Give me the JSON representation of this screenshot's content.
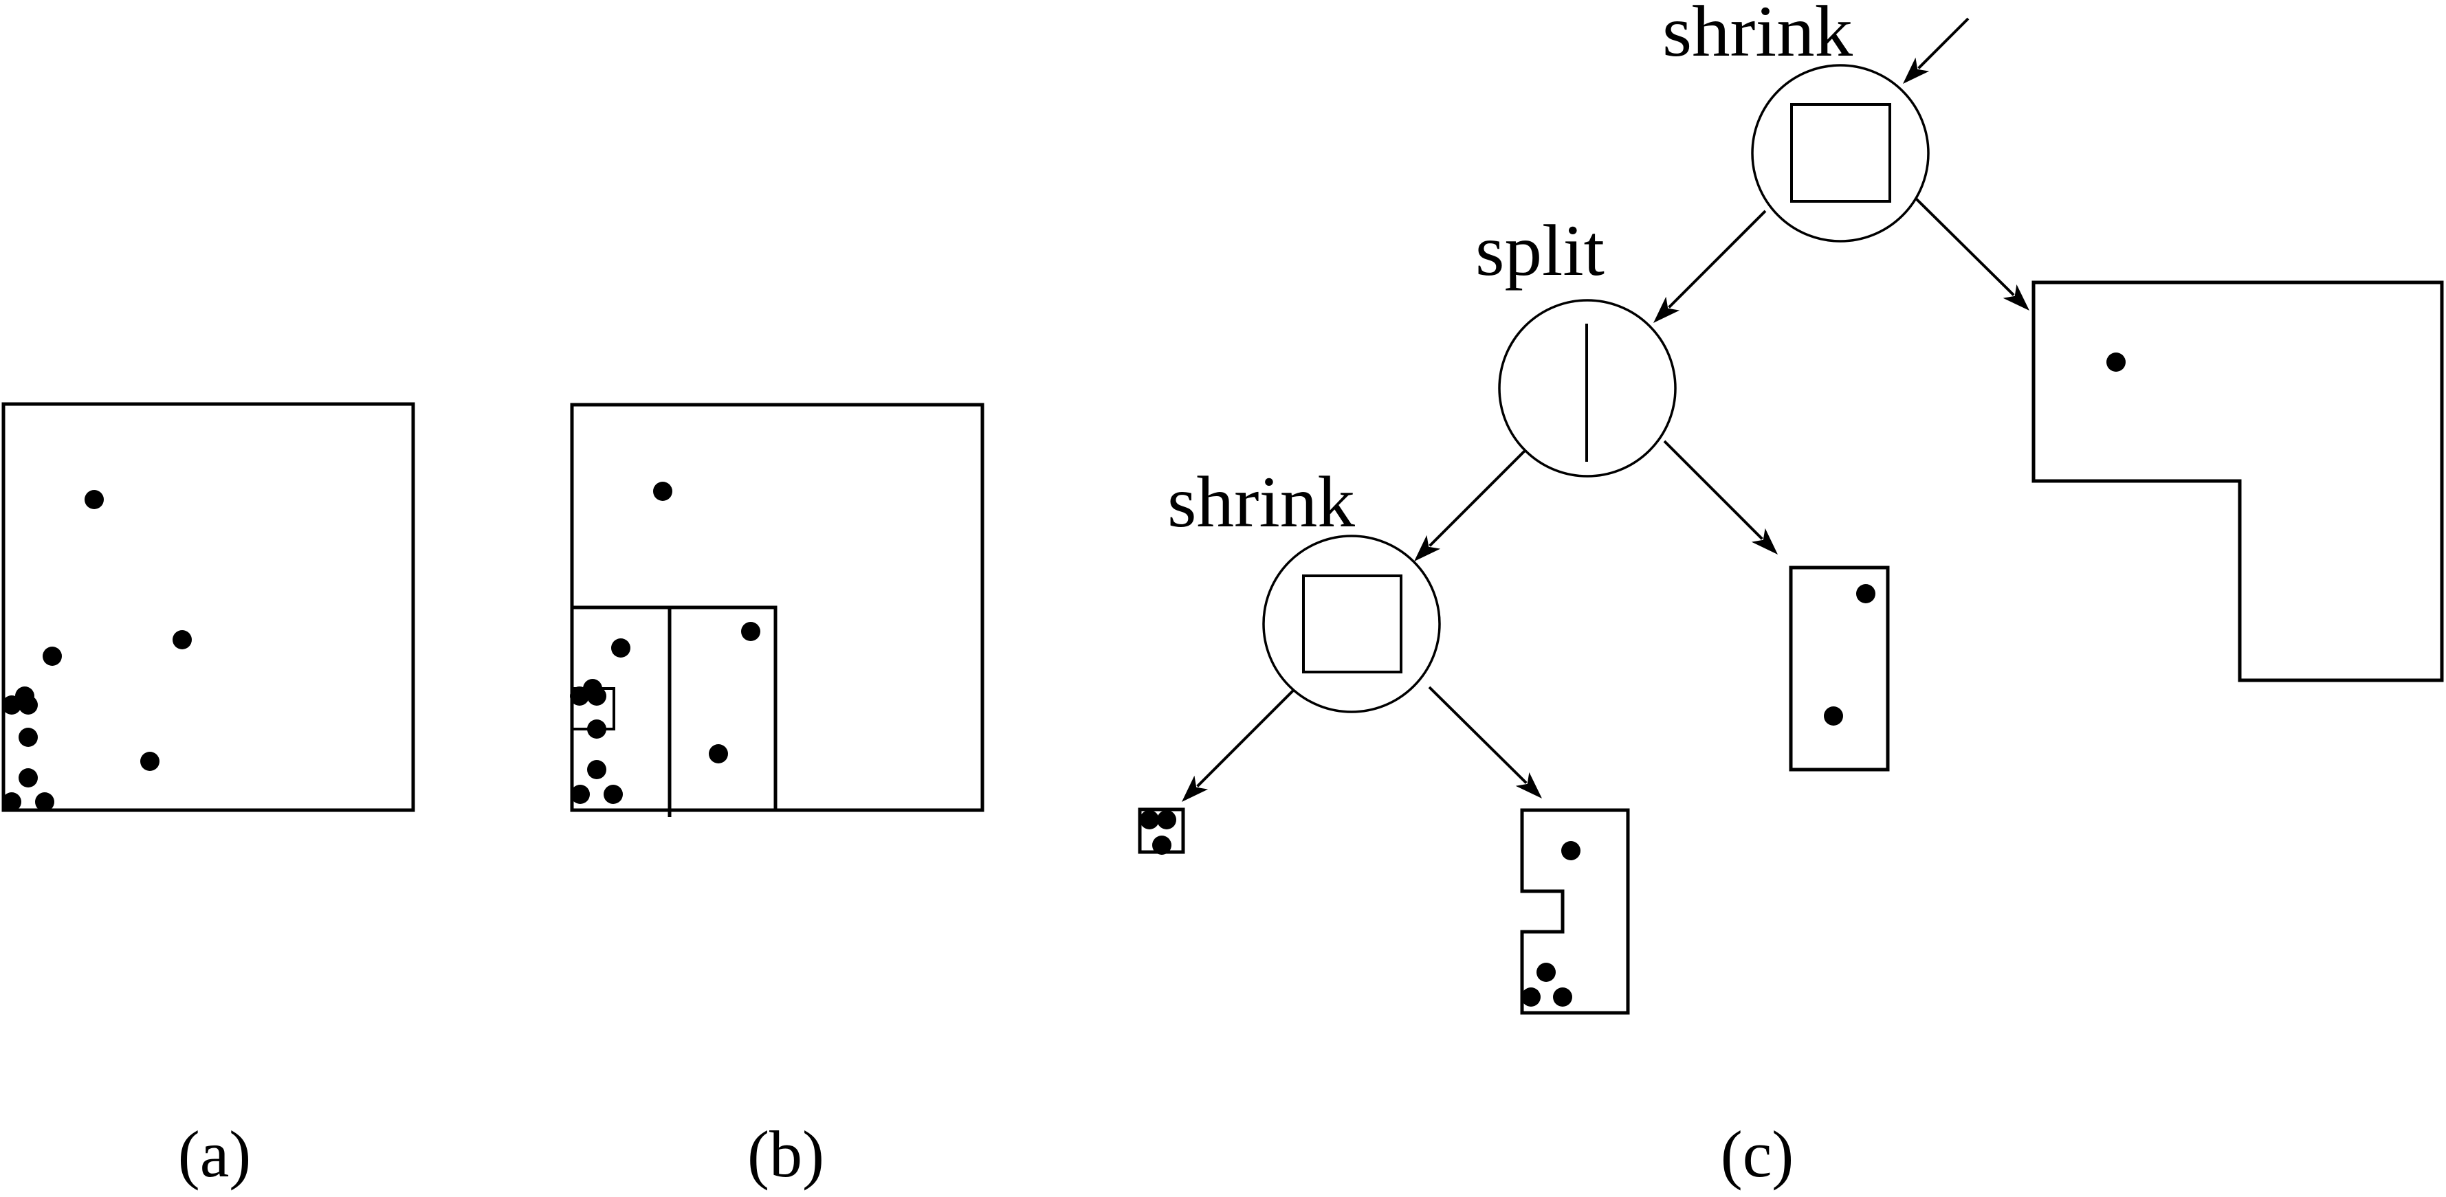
{
  "figure": {
    "panels": [
      {
        "id": "a",
        "caption": "(a)",
        "description": "point set in bounding square"
      },
      {
        "id": "b",
        "caption": "(b)",
        "description": "partition after shrink and split"
      },
      {
        "id": "c",
        "caption": "(c)",
        "description": "partition tree"
      }
    ],
    "tree": {
      "nodes": [
        {
          "id": "root",
          "operation": "shrink",
          "label": "shrink",
          "glyph": "square"
        },
        {
          "id": "split",
          "operation": "split",
          "label": "split",
          "glyph": "vertical-line"
        },
        {
          "id": "inner-shrink",
          "operation": "shrink",
          "label": "shrink",
          "glyph": "square"
        }
      ],
      "leaves": [
        {
          "id": "leaf-tiny",
          "parent": "inner-shrink",
          "side": "left",
          "shape": "square",
          "point_count": 3
        },
        {
          "id": "leaf-notched",
          "parent": "inner-shrink",
          "side": "right",
          "shape": "notched-rectangle",
          "point_count": 4
        },
        {
          "id": "leaf-rect",
          "parent": "split",
          "side": "right",
          "shape": "rectangle",
          "point_count": 2
        },
        {
          "id": "leaf-L",
          "parent": "root",
          "side": "right",
          "shape": "L-shape",
          "point_count": 1
        }
      ]
    },
    "point_counts": {
      "panel_a": 11,
      "panel_b": 11
    },
    "colors": {
      "ink": "#000000",
      "background": "#ffffff"
    }
  }
}
